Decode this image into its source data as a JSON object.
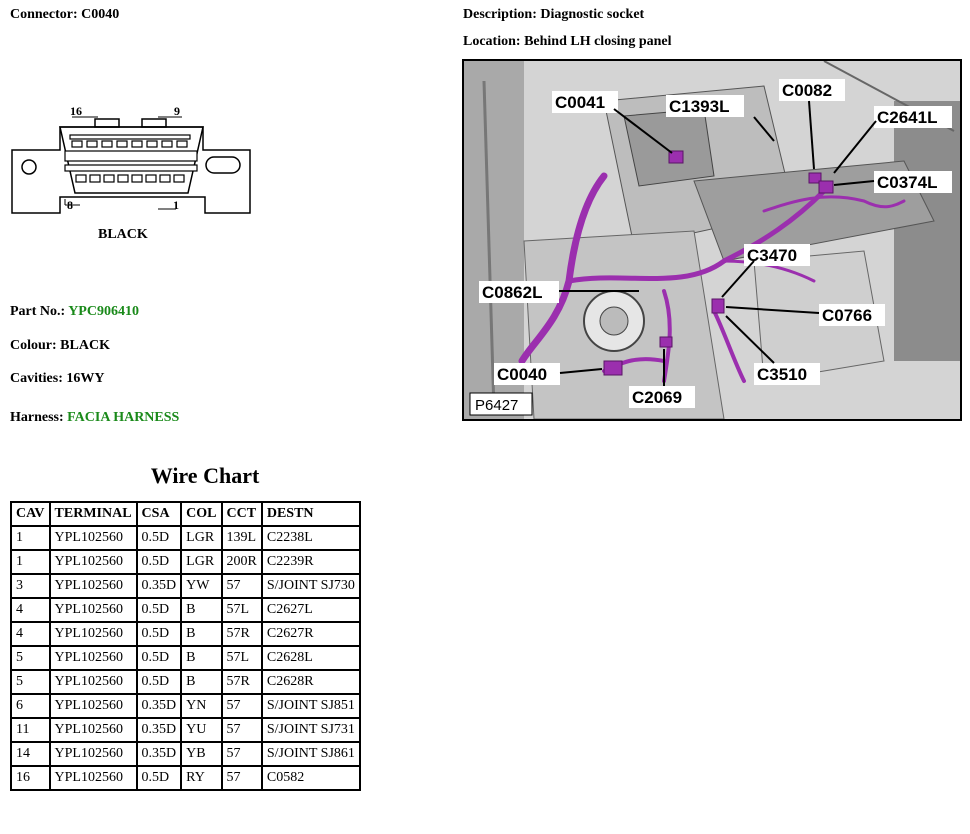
{
  "connector": {
    "label": "Connector:",
    "value": "C0040"
  },
  "description": {
    "label": "Description:",
    "value": "Diagnostic socket"
  },
  "location": {
    "label": "Location:",
    "value": "Behind LH closing panel"
  },
  "pin_diagram": {
    "pin_16": "16",
    "pin_9": "9",
    "pin_8": "8",
    "pin_1": "1",
    "colour_caption": "BLACK"
  },
  "part_no": {
    "label": "Part No.:",
    "value": "YPC906410"
  },
  "colour": {
    "label": "Colour:",
    "value": "BLACK"
  },
  "cavities": {
    "label": "Cavities:",
    "value": "16WY"
  },
  "harness": {
    "label": "Harness:",
    "value": "FACIA HARNESS"
  },
  "wire_chart": {
    "title": "Wire Chart",
    "headers": [
      "CAV",
      "TERMINAL",
      "CSA",
      "COL",
      "CCT",
      "DESTN"
    ],
    "rows": [
      [
        "1",
        "YPL102560",
        "0.5D",
        "LGR",
        "139L",
        "C2238L"
      ],
      [
        "1",
        "YPL102560",
        "0.5D",
        "LGR",
        "200R",
        "C2239R"
      ],
      [
        "3",
        "YPL102560",
        "0.35D",
        "YW",
        "57",
        "S/JOINT SJ730"
      ],
      [
        "4",
        "YPL102560",
        "0.5D",
        "B",
        "57L",
        "C2627L"
      ],
      [
        "4",
        "YPL102560",
        "0.5D",
        "B",
        "57R",
        "C2627R"
      ],
      [
        "5",
        "YPL102560",
        "0.5D",
        "B",
        "57L",
        "C2628L"
      ],
      [
        "5",
        "YPL102560",
        "0.5D",
        "B",
        "57R",
        "C2628R"
      ],
      [
        "6",
        "YPL102560",
        "0.35D",
        "YN",
        "57",
        "S/JOINT SJ851"
      ],
      [
        "11",
        "YPL102560",
        "0.35D",
        "YU",
        "57",
        "S/JOINT SJ731"
      ],
      [
        "14",
        "YPL102560",
        "0.35D",
        "YB",
        "57",
        "S/JOINT SJ861"
      ],
      [
        "16",
        "YPL102560",
        "0.5D",
        "RY",
        "57",
        "C0582"
      ]
    ]
  },
  "location_photo": {
    "callouts": [
      "C0041",
      "C1393L",
      "C0082",
      "C2641L",
      "C0374L",
      "C3470",
      "C0862L",
      "C0766",
      "C0040",
      "C3510",
      "C2069"
    ],
    "photo_id": "P6427",
    "harness_color": "#9b2fae"
  }
}
